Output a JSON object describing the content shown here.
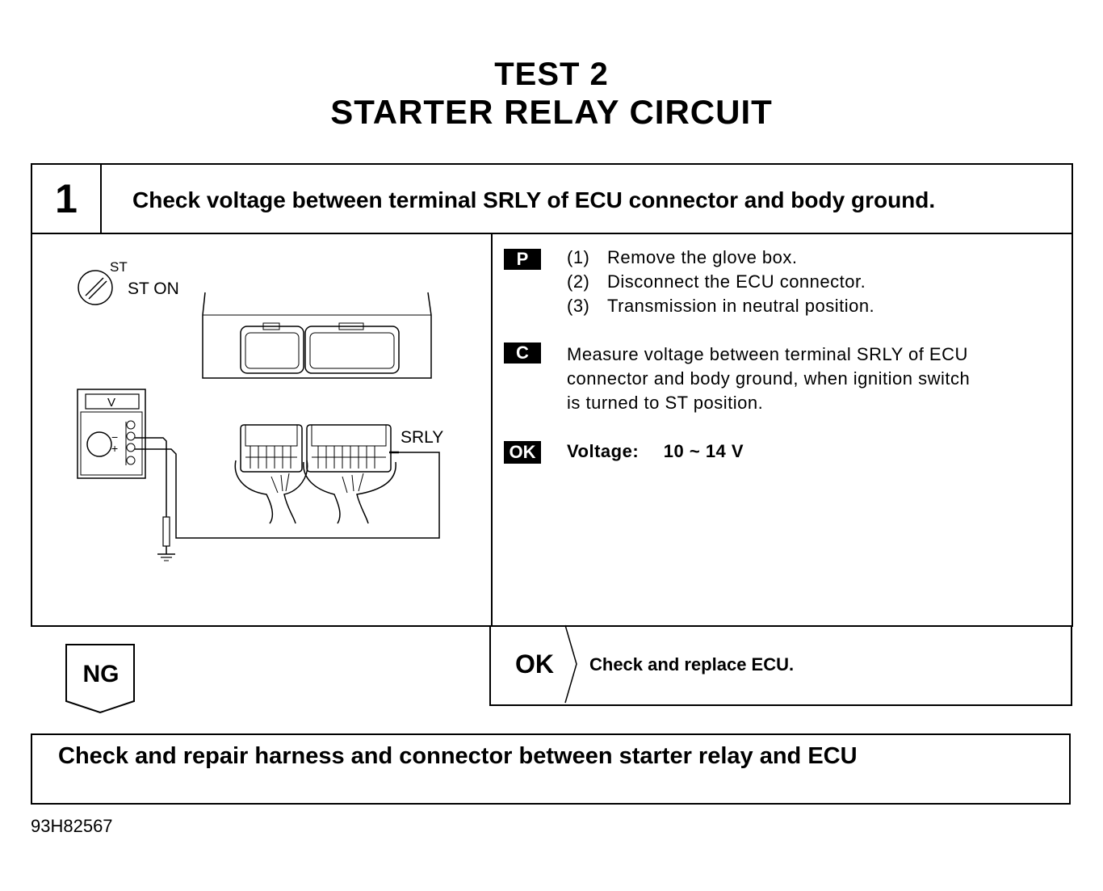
{
  "title": {
    "line1": "TEST 2",
    "line2": "STARTER RELAY CIRCUIT"
  },
  "step": {
    "number": "1",
    "text": "Check voltage between terminal SRLY of ECU connector and body ground."
  },
  "diagram": {
    "switch_small_label": "ST",
    "switch_label": "ST ON",
    "meter_label": "V",
    "meter_minus": "−",
    "meter_plus": "+",
    "terminal_label": "SRLY"
  },
  "prepare": {
    "badge": "P",
    "items": [
      {
        "num": "(1)",
        "text": "Remove the glove box."
      },
      {
        "num": "(2)",
        "text": "Disconnect the ECU connector."
      },
      {
        "num": "(3)",
        "text": "Transmission in neutral position."
      }
    ]
  },
  "check": {
    "badge": "C",
    "lines": [
      "Measure voltage between terminal SRLY of ECU",
      "connector and body ground, when ignition switch",
      "is turned to ST position."
    ]
  },
  "ok_spec": {
    "badge": "OK",
    "label": "Voltage:",
    "value": "10 ~ 14 V"
  },
  "ng": {
    "label": "NG"
  },
  "ok_result": {
    "label": "OK",
    "text": "Check and replace ECU."
  },
  "final_step": {
    "text": "Check and repair harness and connector between starter relay and ECU"
  },
  "figure_code": "93H82567"
}
